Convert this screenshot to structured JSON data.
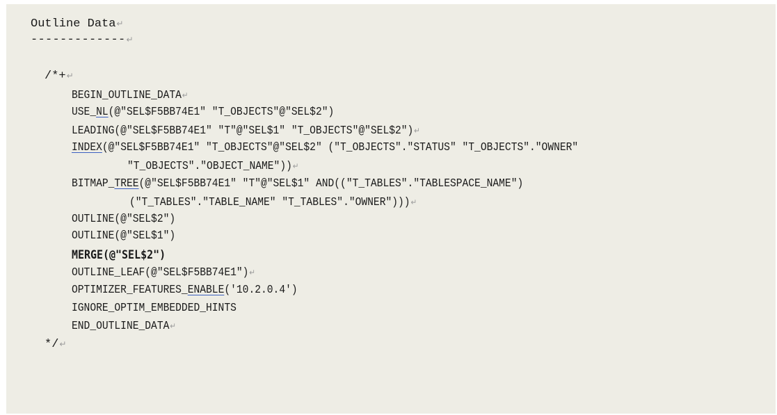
{
  "document": {
    "heading": "Outline Data",
    "rule": "-------------",
    "hint_open": "/*+",
    "l01": "BEGIN_OUTLINE_DATA",
    "l02_a": "USE_",
    "l02_b": "NL",
    "l02_c": "(@\"SEL$F5BB74E1\" \"T_OBJECTS\"@\"SEL$2\")",
    "l03": "LEADING(@\"SEL$F5BB74E1\" \"T\"@\"SEL$1\" \"T_OBJECTS\"@\"SEL$2\")",
    "l04_a": "INDEX",
    "l04_b": "(@\"SEL$F5BB74E1\" \"T_OBJECTS\"@\"SEL$2\" (\"T_OBJECTS\".\"STATUS\" \"T_OBJECTS\".\"OWNER\"",
    "l05": "\"T_OBJECTS\".\"OBJECT_NAME\"))",
    "l06_a": "BITMAP_",
    "l06_b": "TREE",
    "l06_c": "(@\"SEL$F5BB74E1\" \"T\"@\"SEL$1\" AND((\"T_TABLES\".\"TABLESPACE_NAME\")",
    "l07": "(\"T_TABLES\".\"TABLE_NAME\" \"T_TABLES\".\"OWNER\")))",
    "l08": "OUTLINE(@\"SEL$2\")",
    "l09": "OUTLINE(@\"SEL$1\")",
    "l10": "MERGE(@\"SEL$2\")",
    "l11": "OUTLINE_LEAF(@\"SEL$F5BB74E1\")",
    "l12_a": "OPTIMIZER_FEATURES_",
    "l12_b": "ENABLE",
    "l12_c": "('10.2.0.4')",
    "l13": "IGNORE_OPTIM_EMBEDDED_HINTS",
    "l14": "END_OUTLINE_DATA",
    "hint_close": "*/",
    "paragraph_mark": "↵"
  }
}
